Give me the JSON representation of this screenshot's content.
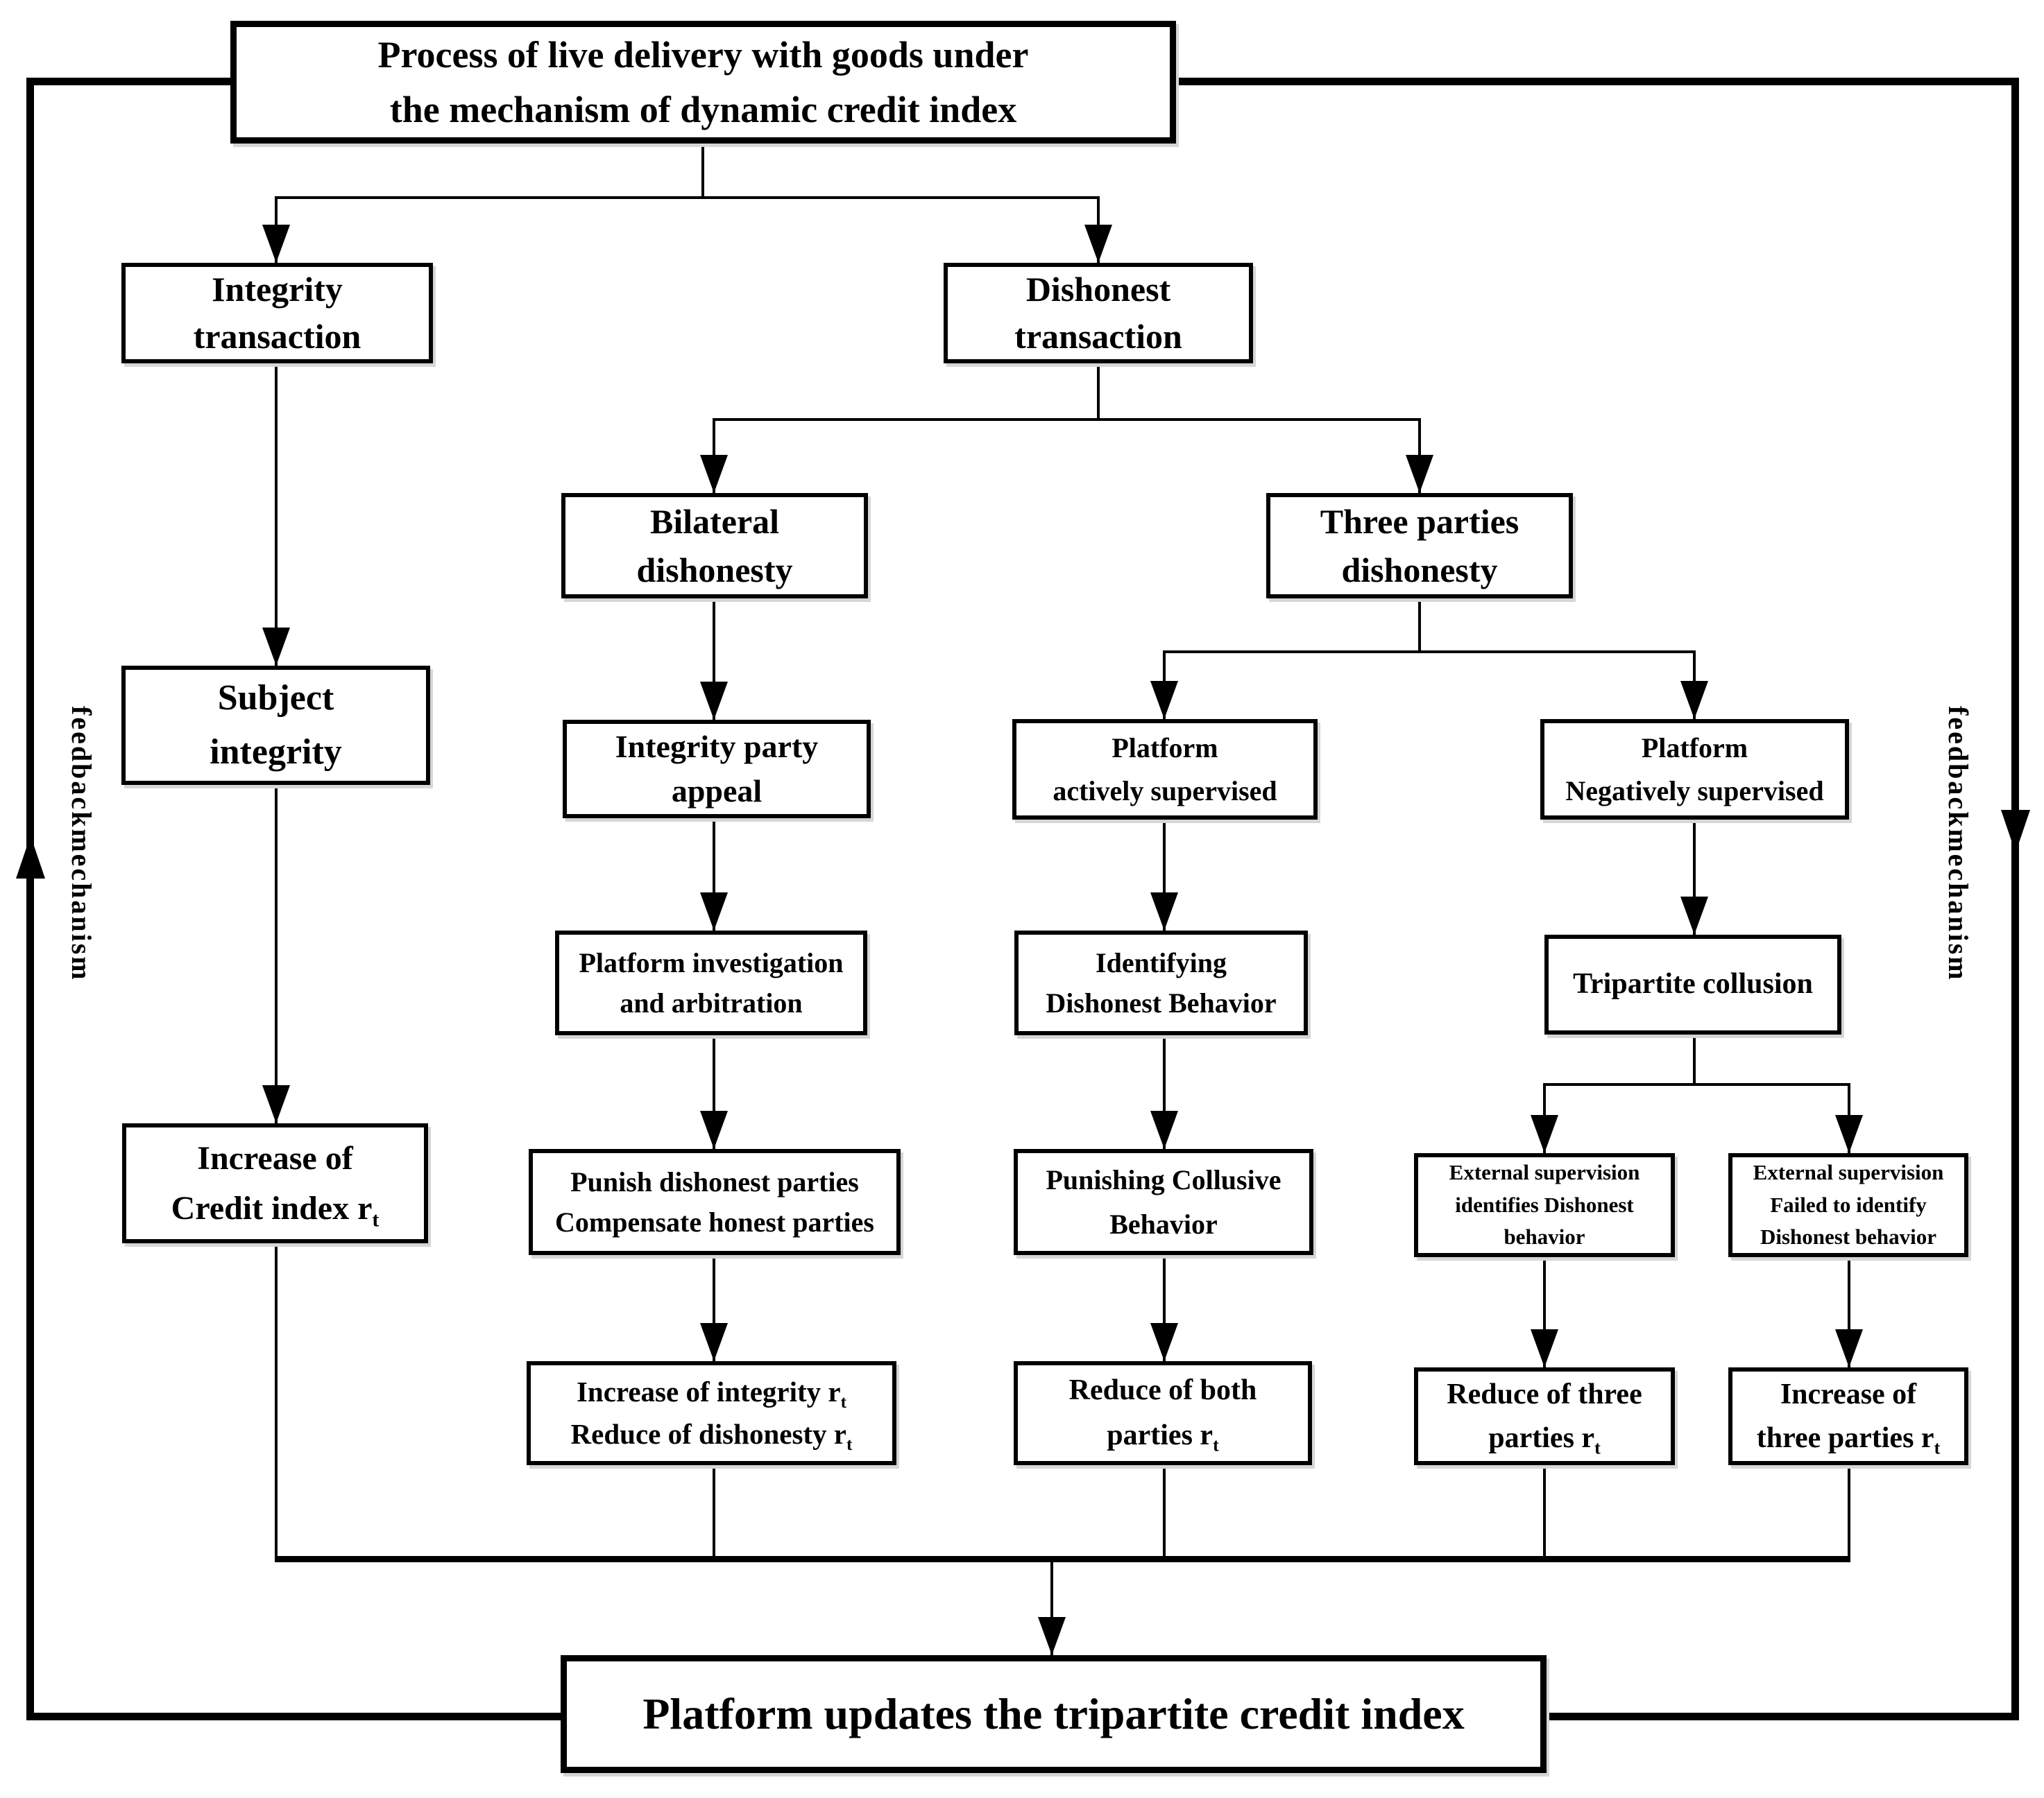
{
  "nodes": {
    "process": {
      "l1": "Process of live delivery with goods under",
      "l2": "the mechanism of dynamic credit index"
    },
    "integrity_transaction": {
      "l1": "Integrity",
      "l2": "transaction"
    },
    "dishonest_transaction": {
      "l1": "Dishonest",
      "l2": "transaction"
    },
    "bilateral_dishonesty": {
      "l1": "Bilateral",
      "l2": "dishonesty"
    },
    "three_parties_dishonesty": {
      "l1": "Three parties",
      "l2": "dishonesty"
    },
    "subject_integrity": {
      "l1": "Subject",
      "l2": "integrity"
    },
    "integrity_party_appeal": {
      "l1": "Integrity party",
      "l2": "appeal"
    },
    "platform_actively_supervised": {
      "l1": "Platform",
      "l2": "actively supervised"
    },
    "platform_negatively_supervised": {
      "l1": "Platform",
      "l2": "Negatively supervised"
    },
    "platform_investigation": {
      "l1": "Platform investigation",
      "l2": "and arbitration"
    },
    "identifying_dishonest": {
      "l1": "Identifying",
      "l2": "Dishonest Behavior"
    },
    "tripartite_collusion": {
      "l1": "Tripartite collusion"
    },
    "punish_compensate": {
      "l1": "Punish dishonest parties",
      "l2": "Compensate honest parties"
    },
    "punishing_collusive": {
      "l1": "Punishing Collusive",
      "l2": "Behavior"
    },
    "external_identifies": {
      "l1": "External supervision",
      "l2": "identifies Dishonest",
      "l3": "behavior"
    },
    "external_failed": {
      "l1": "External supervision",
      "l2": "Failed to identify",
      "l3": "Dishonest behavior"
    },
    "increase_credit_index": {
      "l1": "Increase of",
      "l2": "Credit index r",
      "l2sub": "t"
    },
    "increase_integrity": {
      "l1": "Increase of integrity r",
      "l1sub": "t",
      "l2": "Reduce of dishonesty r",
      "l2sub": "t"
    },
    "reduce_both": {
      "l1": "Reduce of both",
      "l2": "parties r",
      "l2sub": "t"
    },
    "reduce_three": {
      "l1": "Reduce of three",
      "l2": "parties r",
      "l2sub": "t"
    },
    "increase_three": {
      "l1": "Increase of",
      "l2": "three parties r",
      "l2sub": "t"
    },
    "platform_updates": {
      "l1": "Platform updates the tripartite credit index"
    }
  },
  "labels": {
    "feedback_left": "feedbackmechanism",
    "feedback_right": "feedbackmechanism"
  },
  "colors": {
    "line": "#000000",
    "background": "#ffffff"
  }
}
